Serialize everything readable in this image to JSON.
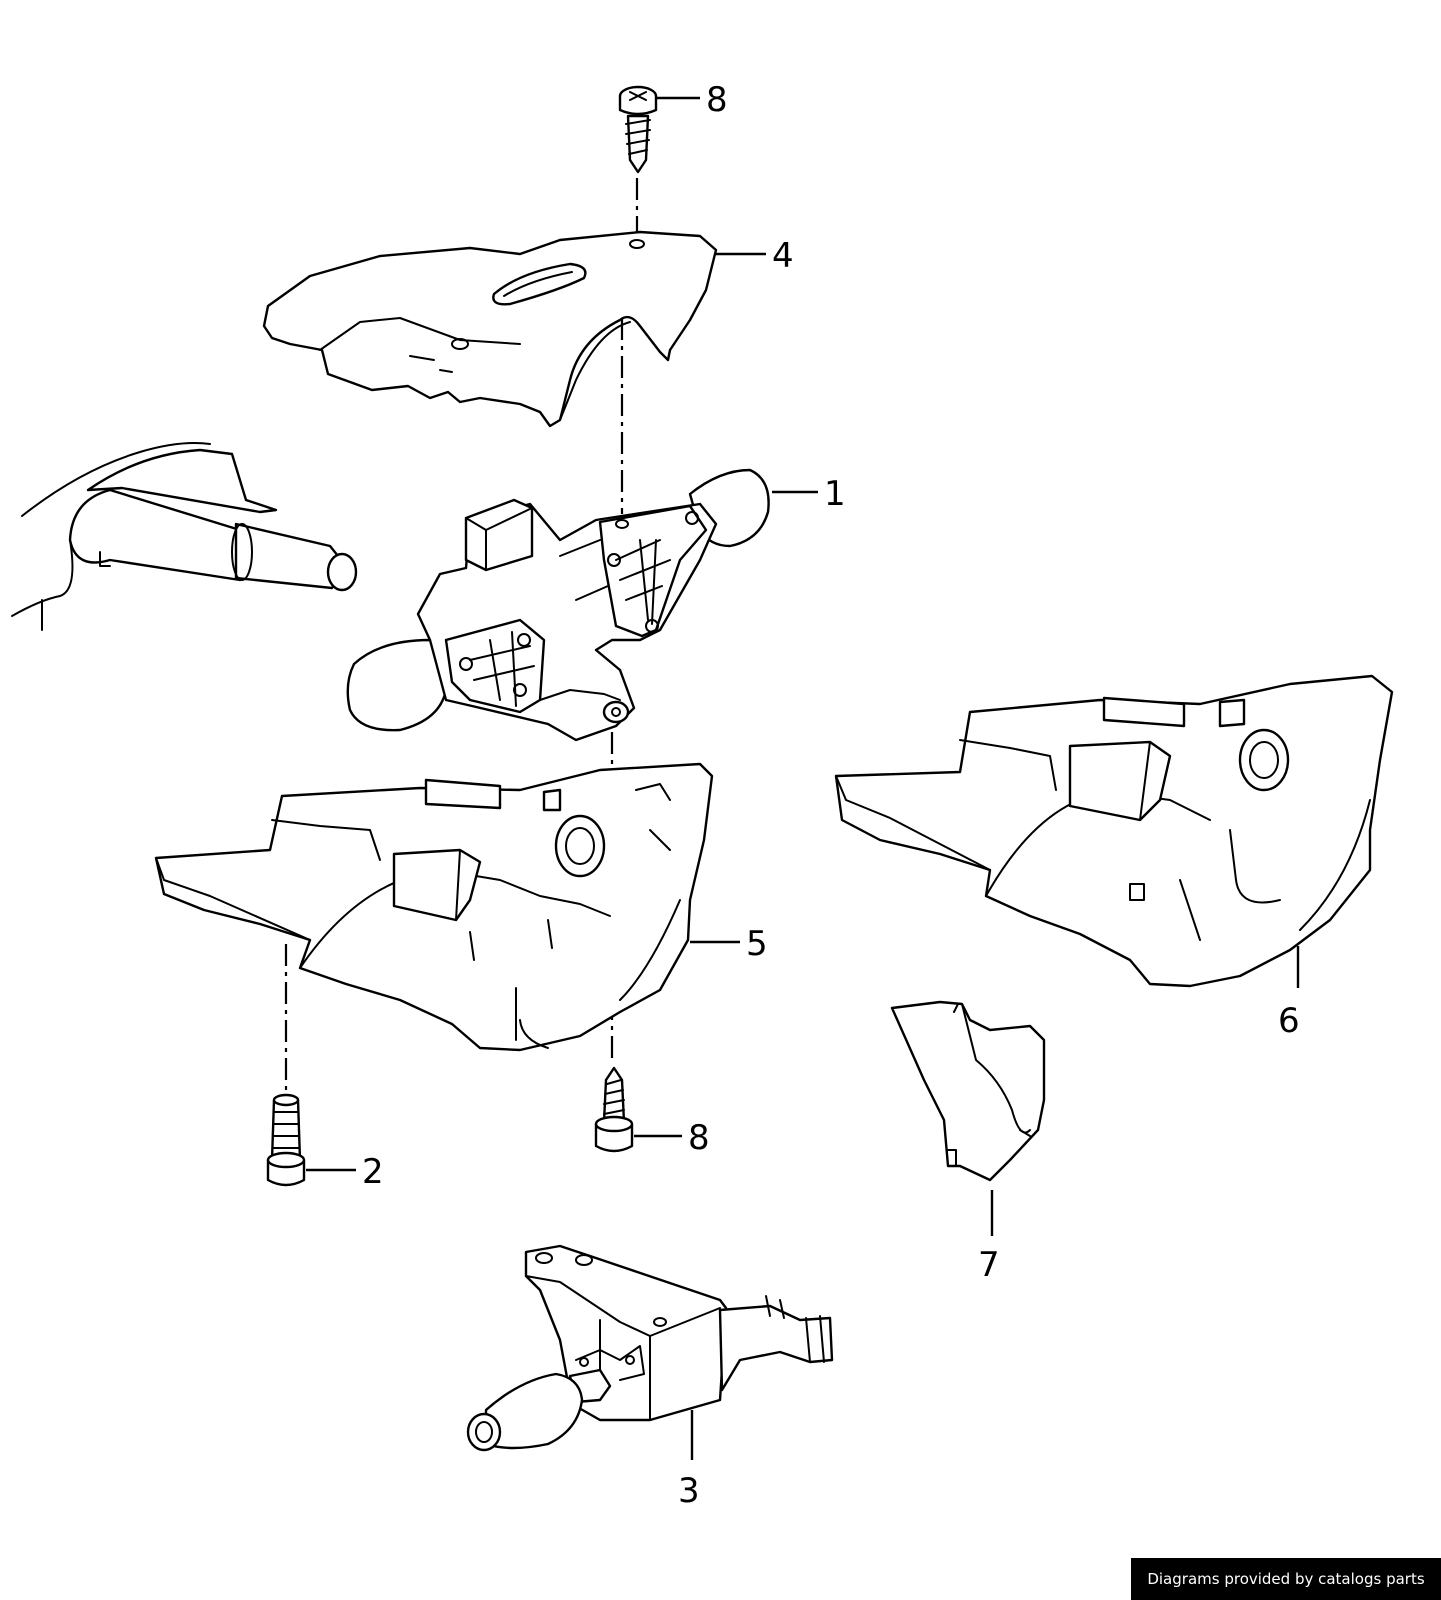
{
  "diagram": {
    "callouts": [
      {
        "id": "part-1",
        "label": "1"
      },
      {
        "id": "part-2",
        "label": "2"
      },
      {
        "id": "part-3",
        "label": "3"
      },
      {
        "id": "part-4",
        "label": "4"
      },
      {
        "id": "part-5",
        "label": "5"
      },
      {
        "id": "part-6",
        "label": "6"
      },
      {
        "id": "part-7",
        "label": "7"
      },
      {
        "id": "part-8-top",
        "label": "8"
      },
      {
        "id": "part-8-bottom",
        "label": "8"
      }
    ]
  },
  "footer": {
    "credit": "Diagrams provided by catalogs parts"
  }
}
